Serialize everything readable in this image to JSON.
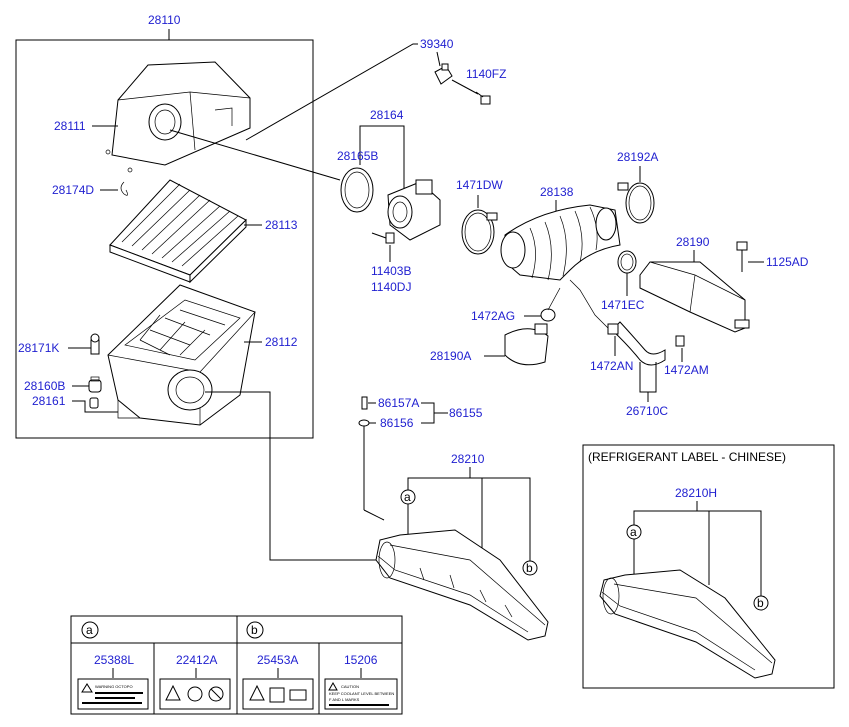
{
  "parts": {
    "p28110": "28110",
    "p28111": "28111",
    "p28174D": "28174D",
    "p28113": "28113",
    "p28112": "28112",
    "p28171K": "28171K",
    "p28160B": "28160B",
    "p28161": "28161",
    "p39340": "39340",
    "p1140FZ": "1140FZ",
    "p28164": "28164",
    "p28165B": "28165B",
    "p11403B": "11403B",
    "p1140DJ": "1140DJ",
    "p1471DW": "1471DW",
    "p28138": "28138",
    "p28192A": "28192A",
    "p28190": "28190",
    "p1125AD": "1125AD",
    "p1471EC": "1471EC",
    "p1472AG": "1472AG",
    "p28190A": "28190A",
    "p1472AN": "1472AN",
    "p1472AM": "1472AM",
    "p26710C": "26710C",
    "p86157A": "86157A",
    "p86156": "86156",
    "p86155": "86155",
    "p28210": "28210",
    "p28210H": "28210H",
    "p25388L": "25388L",
    "p22412A": "22412A",
    "p25453A": "25453A",
    "p15206": "15206"
  },
  "callouts": {
    "a": "a",
    "b": "b"
  },
  "refrigerant_box": {
    "title": "(REFRIGERANT LABEL - CHINESE)"
  },
  "label_texts": {
    "warning": "WARNING OCTOPO",
    "caution": "CAUTION",
    "caution_line1": "KEEP COOLANT LEVEL BETWEEN",
    "caution_line2": "F AND L MARKS"
  }
}
